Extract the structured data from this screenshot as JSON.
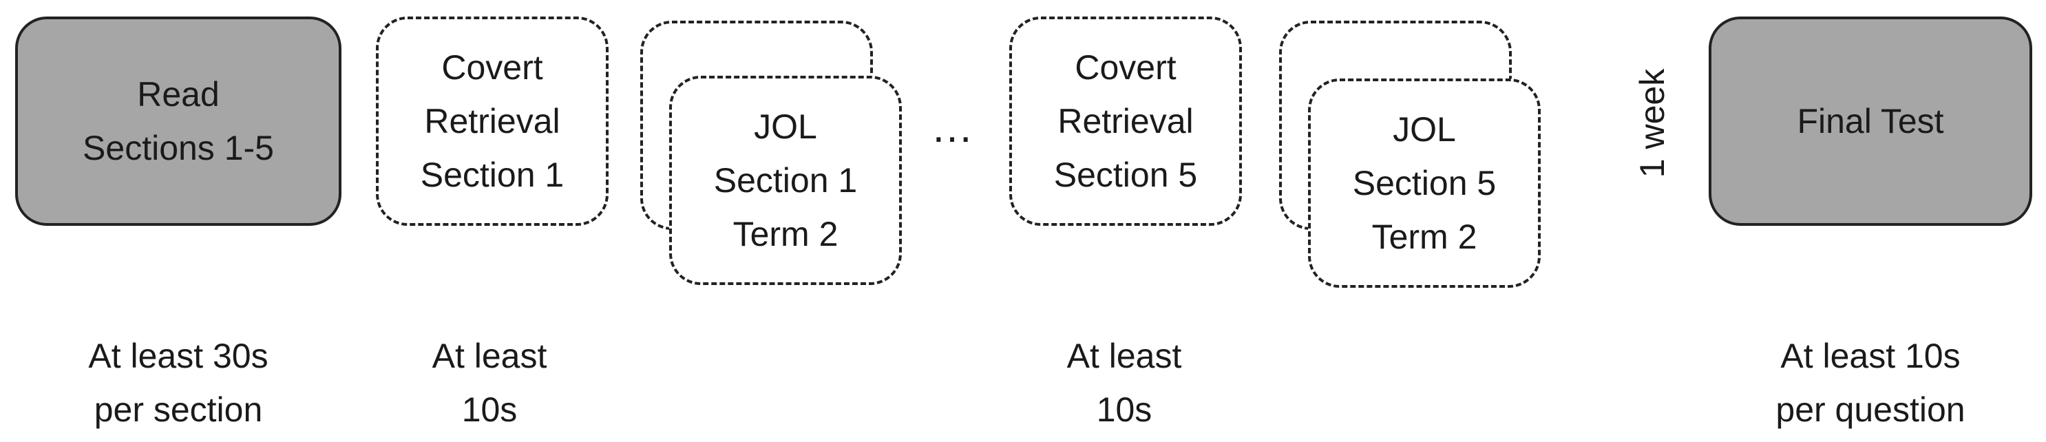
{
  "steps": {
    "read": "Read\nSections 1-5",
    "covert_1": "Covert\nRetrieval\nSection 1",
    "jol_back_1": "",
    "jol_1": "JOL\nSection 1\nTerm 2",
    "ellipsis": "…",
    "covert_5": "Covert\nRetrieval\nSection 5",
    "jol_back_5": "",
    "jol_5": "JOL\nSection 5\nTerm 2",
    "delay": "1 week",
    "final": "Final Test"
  },
  "timings": {
    "read": "At least 30s\nper section",
    "covert_1": "At least\n10s",
    "covert_5": "At least\n10s",
    "final": "At least 10s\nper question"
  }
}
